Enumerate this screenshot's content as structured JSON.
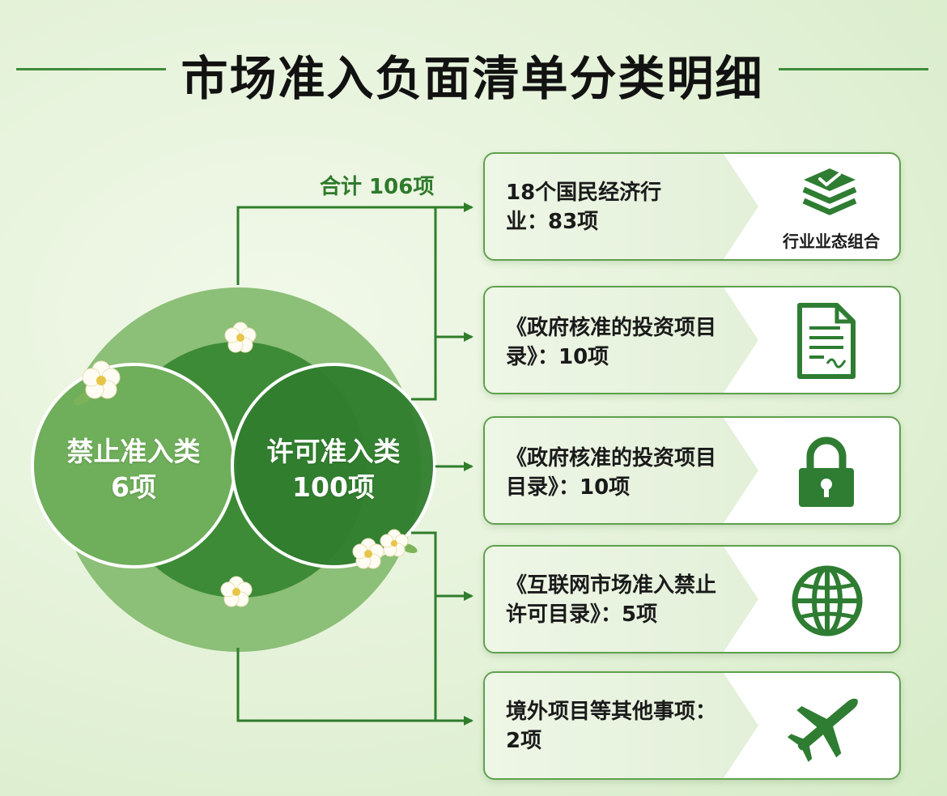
{
  "title": "市场准入负面清单分类明细",
  "circles": {
    "prohibited": {
      "label": "禁止准入类",
      "count": "6项"
    },
    "permitted": {
      "label": "许可准入类",
      "count": "100项"
    }
  },
  "total_label": "合计 106项",
  "cards": [
    {
      "line1": "18个国民经济行",
      "line2": "业：83项",
      "icon": "layers-check-icon",
      "icon_label": "行业业态组合"
    },
    {
      "line1": "《政府核准的投资项目",
      "line2": "录》：10项",
      "icon": "document-icon"
    },
    {
      "line1": "《政府核准的投资项目",
      "line2": "目录》：10项",
      "icon": "lock-icon"
    },
    {
      "line1": "《互联网市场准入禁止",
      "line2": "许可目录》：5项",
      "icon": "globe-icon"
    },
    {
      "line1": "境外项目等其他事项：",
      "line2": "2项",
      "icon": "airplane-icon"
    }
  ],
  "colors": {
    "dark_green": "#2e7d32",
    "mid_green": "#5aa04a",
    "light_green": "#8fc07a",
    "connector": "#2f7d2b"
  }
}
